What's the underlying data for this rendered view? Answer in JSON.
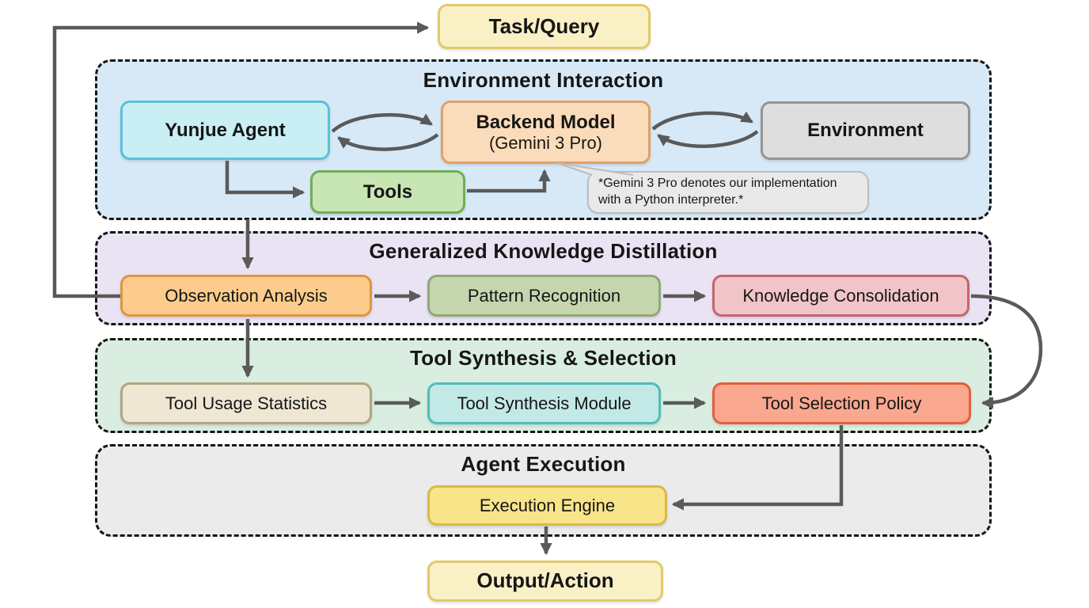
{
  "diagram": {
    "sections": {
      "environment_interaction": "Environment Interaction",
      "generalized_knowledge_distillation": "Generalized Knowledge Distillation",
      "tool_synthesis_selection": "Tool Synthesis & Selection",
      "agent_execution": "Agent Execution"
    },
    "nodes": {
      "task_query": "Task/Query",
      "yunjue_agent": "Yunjue Agent",
      "backend_model": "Backend Model",
      "backend_model_sub": "(Gemini 3 Pro)",
      "environment": "Environment",
      "tools": "Tools",
      "observation_analysis": "Observation Analysis",
      "pattern_recognition": "Pattern Recognition",
      "knowledge_consolidation": "Knowledge Consolidation",
      "tool_usage_statistics": "Tool Usage Statistics",
      "tool_synthesis_module": "Tool Synthesis Module",
      "tool_selection_policy": "Tool Selection Policy",
      "execution_engine": "Execution Engine",
      "output_action": "Output/Action"
    },
    "note": "*Gemini 3 Pro denotes our implementation with a Python interpreter.*",
    "edges": [
      {
        "from": "observation_analysis",
        "to": "task_query"
      },
      {
        "from": "yunjue_agent",
        "to": "backend_model",
        "style": "curved-pair"
      },
      {
        "from": "backend_model",
        "to": "yunjue_agent",
        "style": "curved-pair"
      },
      {
        "from": "backend_model",
        "to": "environment",
        "style": "curved-pair"
      },
      {
        "from": "environment",
        "to": "backend_model",
        "style": "curved-pair"
      },
      {
        "from": "yunjue_agent",
        "to": "tools"
      },
      {
        "from": "tools",
        "to": "backend_model"
      },
      {
        "from": "environment_interaction",
        "to": "observation_analysis"
      },
      {
        "from": "observation_analysis",
        "to": "pattern_recognition"
      },
      {
        "from": "pattern_recognition",
        "to": "knowledge_consolidation"
      },
      {
        "from": "knowledge_consolidation",
        "to": "tool_selection_policy",
        "style": "curved"
      },
      {
        "from": "observation_analysis",
        "to": "tool_usage_statistics"
      },
      {
        "from": "tool_usage_statistics",
        "to": "tool_synthesis_module"
      },
      {
        "from": "tool_synthesis_module",
        "to": "tool_selection_policy"
      },
      {
        "from": "tool_selection_policy",
        "to": "execution_engine"
      },
      {
        "from": "execution_engine",
        "to": "output_action"
      }
    ],
    "colors": {
      "arrow": "#5a5a5a",
      "section_environment_interaction_bg": "#d7e9f7",
      "section_knowledge_distillation_bg": "#e9e3f3",
      "section_tool_synthesis_bg": "#d9eee1",
      "section_agent_execution_bg": "#ebebeb",
      "task_query_bg": "#faf0c6",
      "task_query_border": "#e2c96a",
      "yunjue_agent_bg": "#c9eef4",
      "yunjue_agent_border": "#59c2d8",
      "backend_model_bg": "#fbdcba",
      "backend_model_border": "#e0a068",
      "environment_bg": "#dedede",
      "environment_border": "#949494",
      "tools_bg": "#c8e6b4",
      "tools_border": "#6fae55",
      "note_bg": "#e9e9e9",
      "note_border": "#bdbdbd",
      "observation_analysis_bg": "#fbcc8b",
      "observation_analysis_border": "#e09445",
      "pattern_recognition_bg": "#c5d5ad",
      "pattern_recognition_border": "#90a878",
      "knowledge_consolidation_bg": "#f1c4c8",
      "knowledge_consolidation_border": "#c4646f",
      "tool_usage_statistics_bg": "#efe7d3",
      "tool_usage_statistics_border": "#b3a585",
      "tool_synthesis_module_bg": "#c3e9e6",
      "tool_synthesis_module_border": "#52bcba",
      "tool_selection_policy_bg": "#f9a78f",
      "tool_selection_policy_border": "#e25f3e",
      "execution_engine_bg": "#f8e489",
      "execution_engine_border": "#d8ba4a",
      "output_action_bg": "#faf0c6",
      "output_action_border": "#e2c96a"
    }
  }
}
